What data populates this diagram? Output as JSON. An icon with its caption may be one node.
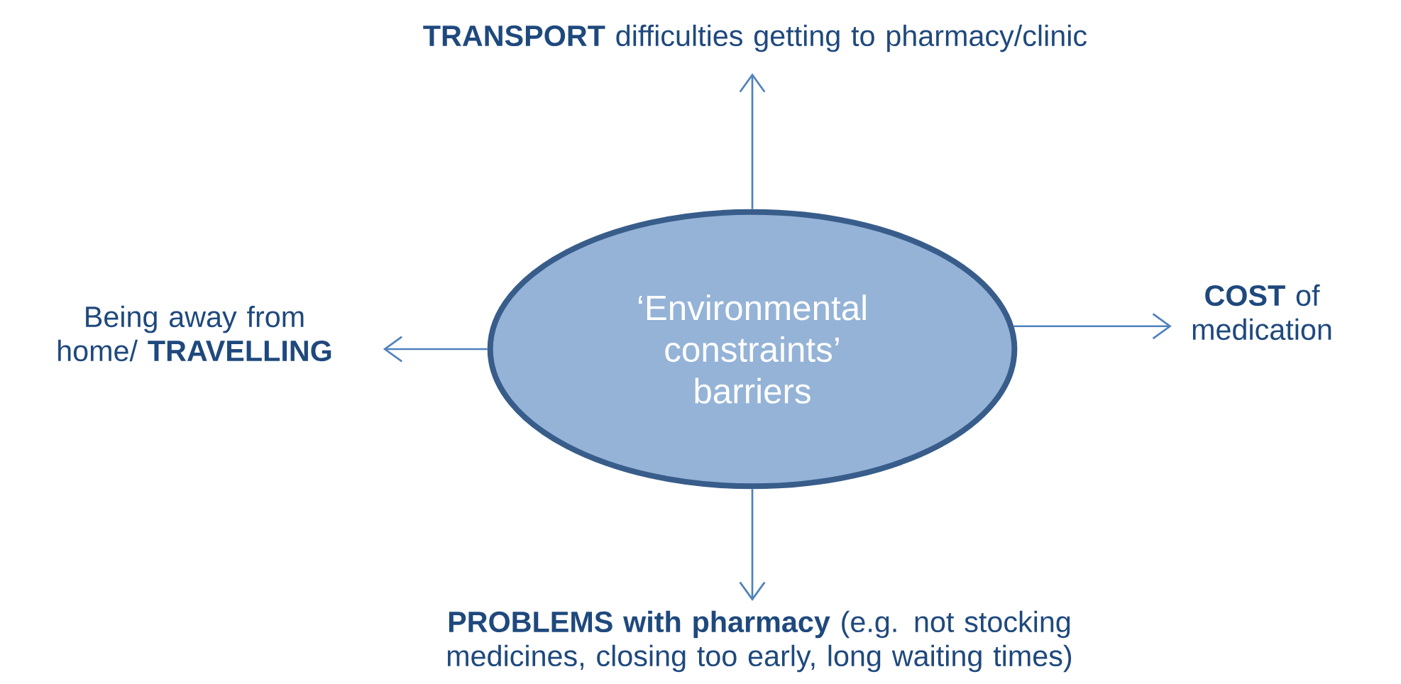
{
  "diagram": {
    "nodes": [
      {
        "text": [
          "‘Environmental constraints’ barriers"
        ]
      },
      {
        "text": [
          "**TRANSPORT** difficulties getting to pharmacy/clinic"
        ]
      },
      {
        "text": [
          "**COST** of medication"
        ]
      },
      {
        "text": [
          "Being away from home/ **TRAVELLING**"
        ]
      },
      {
        "text": [
          "**PROBLEMS with pharmacy** (e.g. not stocking medicines, closing too early, long waiting times)"
        ]
      }
    ],
    "edges": [
      {
        "from": 0,
        "to": 1,
        "arrow": "to"
      },
      {
        "from": 0,
        "to": 2,
        "arrow": "to"
      },
      {
        "from": 0,
        "to": 3,
        "arrow": "to"
      },
      {
        "from": 0,
        "to": 4,
        "arrow": "to"
      }
    ]
  }
}
